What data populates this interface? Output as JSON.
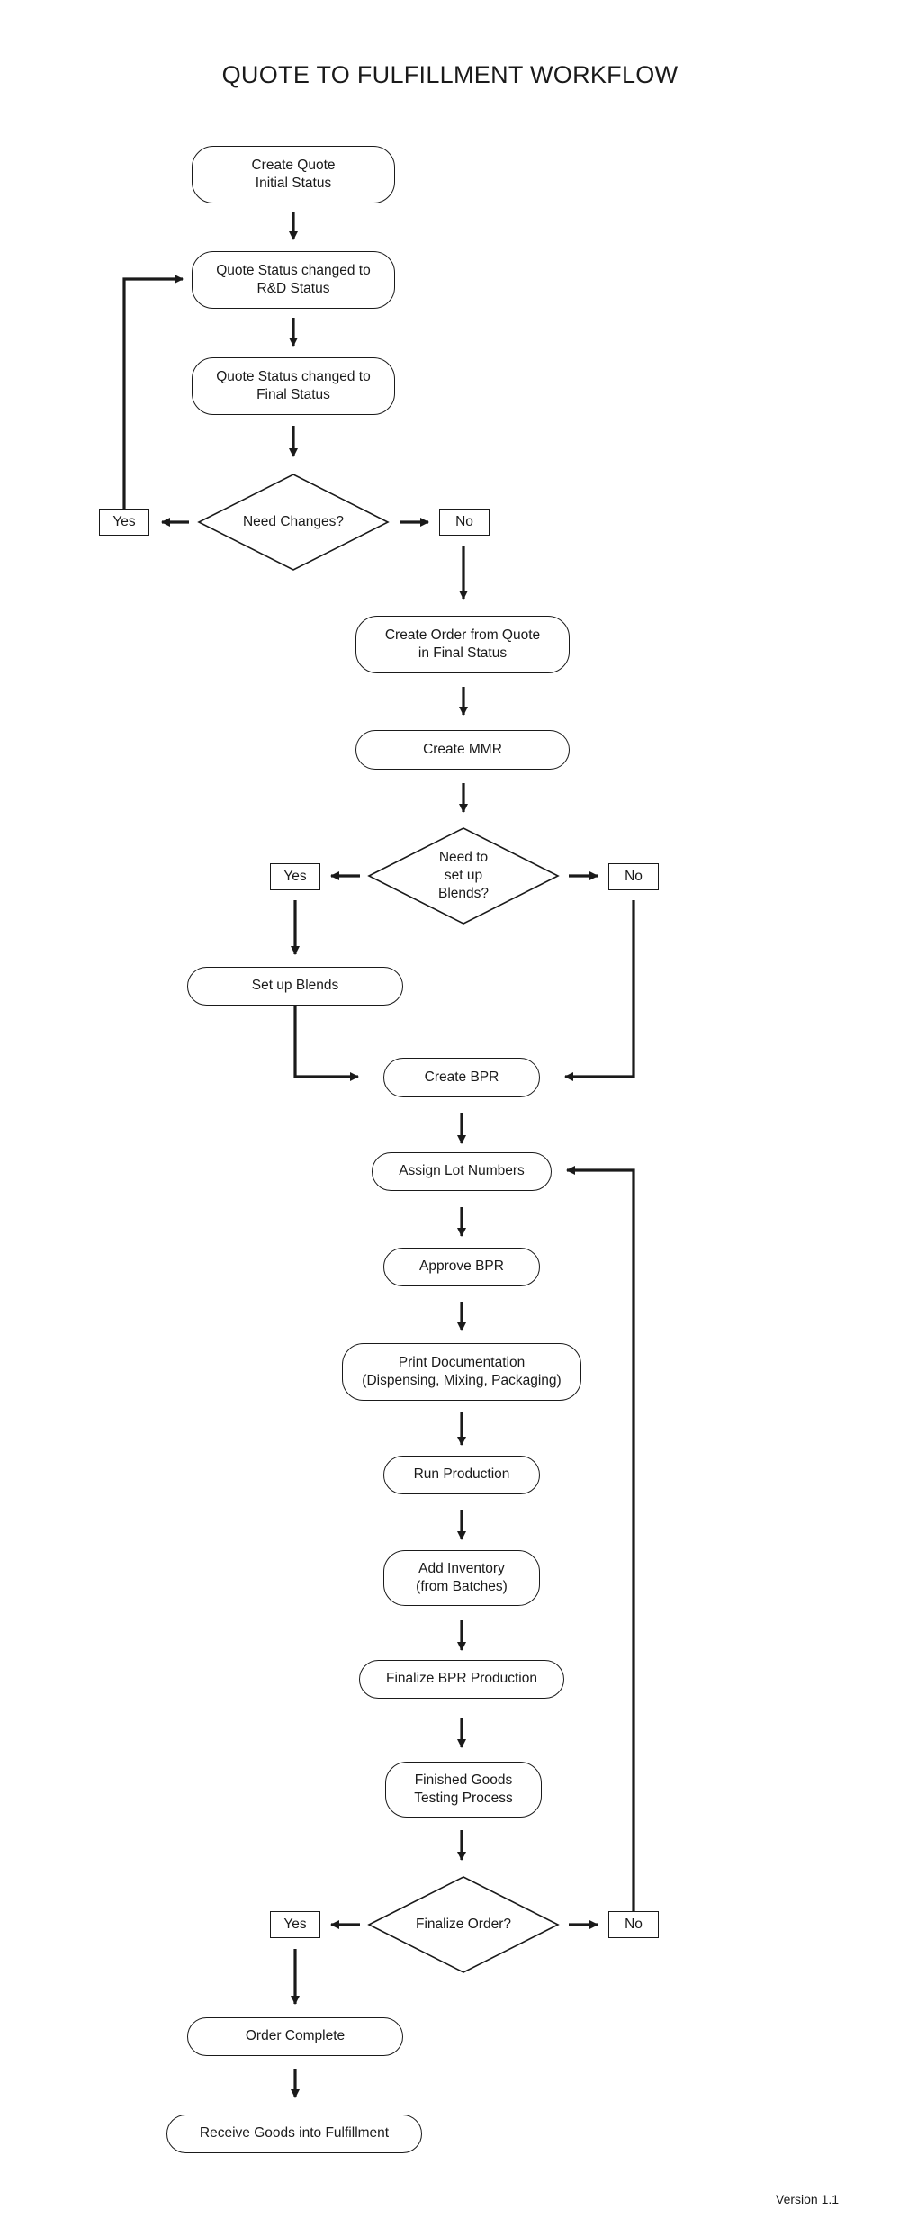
{
  "title": "QUOTE TO FULFILLMENT WORKFLOW",
  "steps": {
    "create_quote": "Create Quote\nInitial Status",
    "rd_status": "Quote Status changed to\nR&D Status",
    "final_status": "Quote Status changed to\nFinal Status",
    "create_order": "Create Order from Quote\nin Final Status",
    "create_mmr": "Create MMR",
    "setup_blends": "Set up Blends",
    "create_bpr": "Create BPR",
    "assign_lot": "Assign Lot Numbers",
    "approve_bpr": "Approve BPR",
    "print_docs": "Print Documentation\n(Dispensing, Mixing, Packaging)",
    "run_production": "Run Production",
    "add_inventory": "Add Inventory\n(from Batches)",
    "finalize_bpr": "Finalize BPR Production",
    "fg_testing": "Finished Goods\nTesting Process",
    "order_complete": "Order Complete",
    "receive_goods": "Receive Goods into Fulfillment"
  },
  "decisions": {
    "need_changes": "Need Changes?",
    "need_blends": "Need to\nset up\nBlends?",
    "finalize_order": "Finalize Order?"
  },
  "labels": {
    "yes": "Yes",
    "no": "No"
  },
  "version": "Version 1.1"
}
